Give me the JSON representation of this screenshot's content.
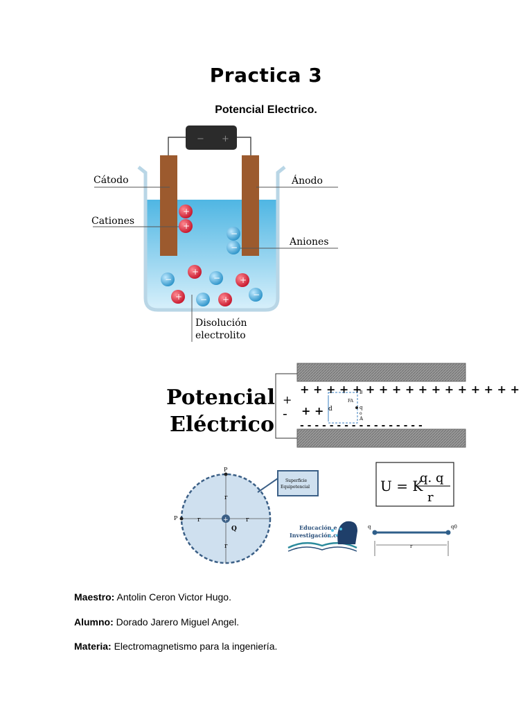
{
  "title": "Practica 3",
  "subtitle": "Potencial Electrico.",
  "electrolysis": {
    "cathode": "Cátodo",
    "anode": "Ánodo",
    "cations": "Cationes",
    "anions": "Aniones",
    "solution_line1": "Disolución",
    "solution_line2": "electrolito",
    "battery_minus": "−",
    "battery_plus": "+"
  },
  "plates": {
    "heading_line1": "Potencial",
    "heading_line2": "Eléctrico",
    "plus_sign": "+",
    "minus_sign": "-",
    "top_charges": "+ + + + + + + + + + + + + + + + +",
    "mid_charges": "+ +",
    "bottom_charges": "- - - - - - - - - - - - - - - - -",
    "label_b": "B",
    "label_fa": "FA",
    "label_d": "d",
    "label_q": "q",
    "label_o": "o",
    "label_a": "A"
  },
  "sphere": {
    "label_p_top": "P",
    "label_p_left": "P",
    "label_r": "r",
    "label_q": "Q",
    "center_sign": "+",
    "callout_line1": "Superficie",
    "callout_line2": "Equipotencial"
  },
  "formula": {
    "lhs": "U = K",
    "numerator": "q. q",
    "denominator": "r"
  },
  "logo": {
    "line1": "Educación e",
    "line2": "Investigación.com"
  },
  "segment": {
    "q_left": "q",
    "q_right": "q0",
    "r": "r"
  },
  "info": [
    {
      "label": "Maestro:",
      "value": " Antolin Ceron Victor Hugo."
    },
    {
      "label": "Alumno:",
      "value": " Dorado Jarero Miguel Angel."
    },
    {
      "label": "Materia:",
      "value": " Electromagnetismo para la ingeniería."
    }
  ],
  "colors": {
    "cation": "#d8283a",
    "anion": "#3aa6d8",
    "electrode": "#9c5a2e",
    "liquid": "#8fd0ef",
    "plate": "#8a8a8a",
    "sphere_fill": "#cfe0ef",
    "sphere_stroke": "#3b5f86"
  }
}
